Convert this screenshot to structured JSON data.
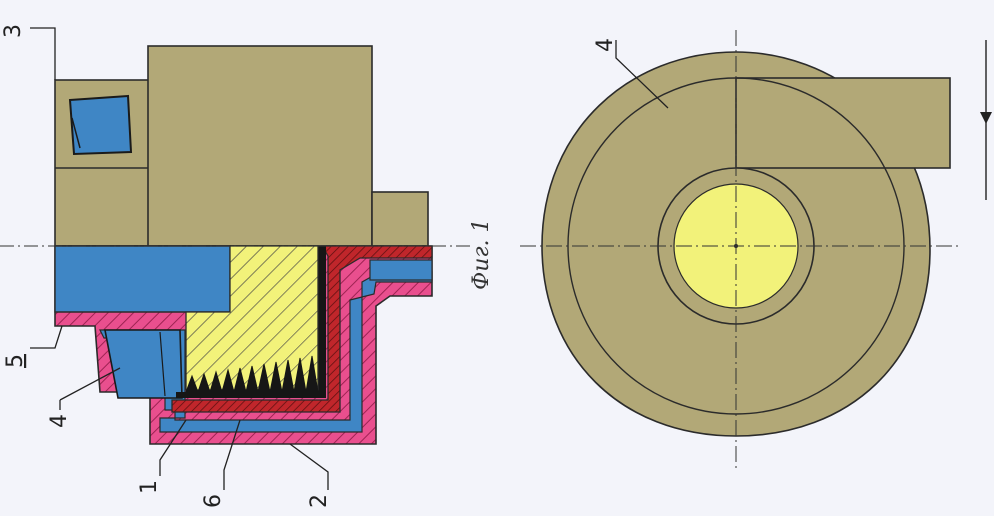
{
  "figure_caption": "Фиг. 1",
  "labels": {
    "section_3": "3",
    "section_5": "5",
    "section_4": "4",
    "section_1": "1",
    "section_6": "6",
    "section_2": "2",
    "plan_4": "4"
  },
  "colors": {
    "olive": "#b2a877",
    "blue": "#3f86c5",
    "magenta": "#e94f8e",
    "red": "#b9272a",
    "yellow": "#f2f27a",
    "black": "#161616",
    "outline": "#2b2b2b"
  },
  "icons": {
    "flow_arrow": "arrow-down-icon"
  }
}
